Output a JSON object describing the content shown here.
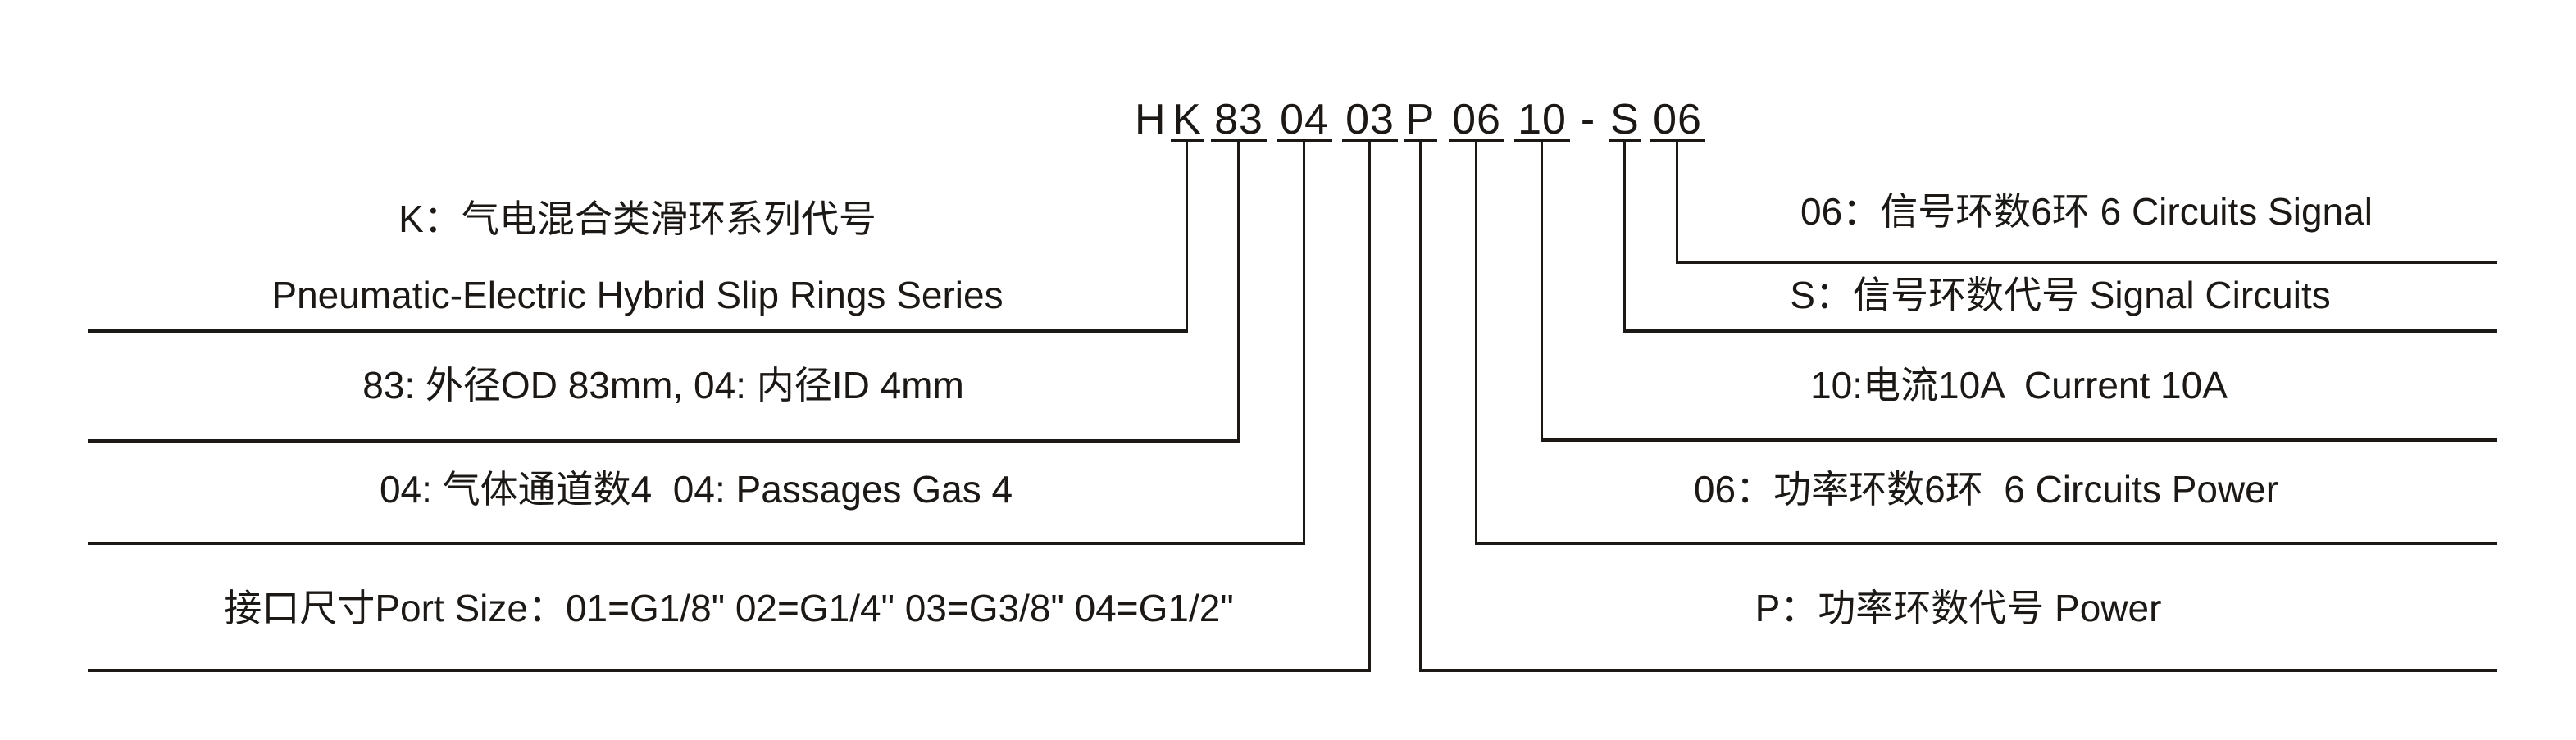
{
  "ink_color": "#1b1815",
  "background_color": "#ffffff",
  "code": {
    "full_code": "H K 83 04 03 P 06 10 - S 06",
    "segments": [
      {
        "text": "H",
        "underline": false
      },
      {
        "text": "K",
        "underline": true
      },
      {
        "text": "83",
        "underline": true
      },
      {
        "text": "04",
        "underline": true
      },
      {
        "text": "03",
        "underline": true
      },
      {
        "text": "P",
        "underline": true
      },
      {
        "text": "06",
        "underline": true
      },
      {
        "text": "10",
        "underline": true
      },
      {
        "text": "-",
        "underline": false
      },
      {
        "text": "S",
        "underline": true
      },
      {
        "text": "06",
        "underline": true
      }
    ]
  },
  "left_rows": [
    {
      "code_segment": "K",
      "label_zh": "K：气电混合类滑环系列代号",
      "label_en": "Pneumatic-Electric Hybrid Slip Rings Series"
    },
    {
      "code_segment": "83 04",
      "label": "83: 外径OD 83mm, 04: 内径ID 4mm"
    },
    {
      "code_segment": "04",
      "label": "04: 气体通道数4  04: Passages Gas 4"
    },
    {
      "code_segment": "03",
      "label": "接口尺寸Port Size：01=G1/8\" 02=G1/4\" 03=G3/8\" 04=G1/2\""
    }
  ],
  "right_rows": [
    {
      "code_segment": "06",
      "label": "06：信号环数6环 6 Circuits Signal"
    },
    {
      "code_segment": "S",
      "label": "S：信号环数代号 Signal Circuits"
    },
    {
      "code_segment": "10",
      "label": "10:电流10A  Current 10A"
    },
    {
      "code_segment": "06",
      "label": "06：功率环数6环  6 Circuits Power"
    },
    {
      "code_segment": "P",
      "label": "P：功率环数代号 Power"
    }
  ]
}
